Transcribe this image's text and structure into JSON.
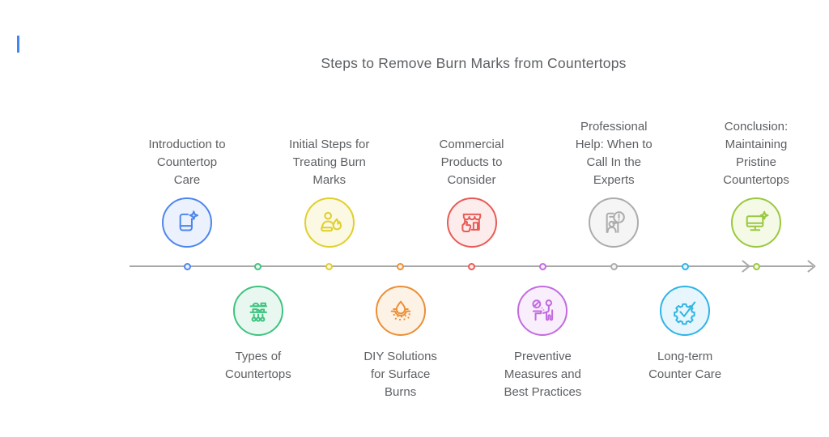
{
  "cursor": {
    "color": "#4285f4"
  },
  "title": "Steps to Remove Burn Marks from Countertops",
  "timeline": {
    "line_color": "#a8a8a8",
    "items": [
      {
        "label": "Introduction to Countertop Care",
        "lines": [
          "Introduction to",
          "Countertop",
          "Care"
        ],
        "icon": "book-sparkle-icon",
        "color": "#4e86ec",
        "fill": "#ecf2fd",
        "side": "top"
      },
      {
        "label": "Types of Countertops",
        "lines": [
          "Types of",
          "Countertops"
        ],
        "icon": "kitchen-shelves-icon",
        "color": "#3fc380",
        "fill": "#e8f8f0",
        "side": "bottom"
      },
      {
        "label": "Initial Steps for Treating Burn Marks",
        "lines": [
          "Initial Steps for",
          "Treating Burn",
          "Marks"
        ],
        "icon": "person-flame-icon",
        "color": "#e0cf2c",
        "fill": "#fbf8e3",
        "side": "top"
      },
      {
        "label": "DIY Solutions for Surface Burns",
        "lines": [
          "DIY Solutions",
          "for Surface",
          "Burns"
        ],
        "icon": "droplet-surface-icon",
        "color": "#ec8f35",
        "fill": "#fdf2e6",
        "side": "bottom"
      },
      {
        "label": "Commercial Products to Consider",
        "lines": [
          "Commercial",
          "Products to",
          "Consider"
        ],
        "icon": "storefront-thumbs-up-icon",
        "color": "#e95b55",
        "fill": "#fcecec",
        "side": "top"
      },
      {
        "label": "Preventive Measures and Best Practices",
        "lines": [
          "Preventive",
          "Measures and",
          "Best Practices"
        ],
        "icon": "cleaning-person-icon",
        "color": "#c36be0",
        "fill": "#f8eefc",
        "side": "bottom"
      },
      {
        "label": "Professional Help: When to Call In the Experts",
        "lines": [
          "Professional",
          "Help: When to",
          "Call In the",
          "Experts"
        ],
        "icon": "document-person-alert-icon",
        "color": "#acacac",
        "fill": "#f5f5f5",
        "side": "top"
      },
      {
        "label": "Long-term Counter Care",
        "lines": [
          "Long-term",
          "Counter Care"
        ],
        "icon": "gear-check-icon",
        "color": "#30b4e6",
        "fill": "#e6f6fc",
        "side": "bottom"
      },
      {
        "label": "Conclusion: Maintaining Pristine Countertops",
        "lines": [
          "Conclusion:",
          "Maintaining",
          "Pristine",
          "Countertops"
        ],
        "icon": "monitor-sparkle-icon",
        "color": "#9ac83f",
        "fill": "#f4fae6",
        "side": "top"
      }
    ]
  }
}
